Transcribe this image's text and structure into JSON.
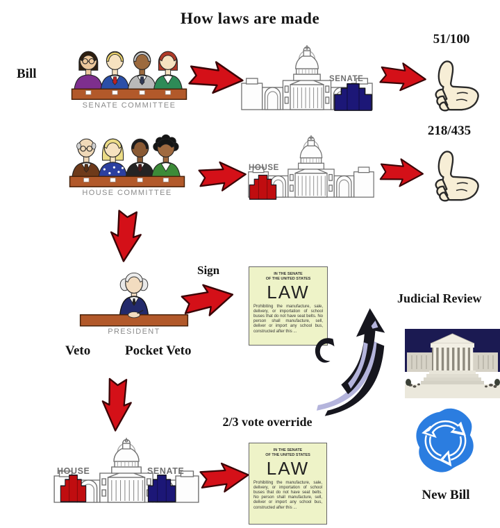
{
  "title": "How laws are made",
  "colors": {
    "arrow_red": "#d41018",
    "arrow_outline": "#3a0406",
    "desk_brown": "#b2592a",
    "law_paper": "#eef3c8",
    "senate_navy": "#1c1777",
    "house_red": "#c00d10",
    "recycle_blue": "#2b7de0",
    "label_gray": "#8a8a8a",
    "swoosh_lavender": "#b4b4dc",
    "sky_navy": "#1b1a52"
  },
  "icons": {
    "approval_icon": "thumbs-up",
    "flow_arrow_icon": "red-block-arrow",
    "congress_icon": "us-capitol-building",
    "new_bill_icon": "blue-recycle-arrows",
    "judicial_review_icon": "curved-swoosh-arrows",
    "supreme_court_icon": "supreme-court-building-photo"
  },
  "senate_track": {
    "bill_label": "Bill",
    "committee_caption": "SENATE COMMITTEE",
    "chamber_label": "SENATE",
    "vote_tally": "51/100"
  },
  "house_track": {
    "committee_caption": "HOUSE COMMITTEE",
    "chamber_label": "HOUSE",
    "vote_tally": "218/435"
  },
  "president_section": {
    "caption": "PRESIDENT",
    "sign_label": "Sign",
    "veto_label": "Veto",
    "pocket_veto_label": "Pocket Veto"
  },
  "law_document": {
    "header": "IN THE SENATE\nOF THE UNITED STATES",
    "title": "LAW",
    "body": "Prohibiting the manufacture, sale, delivery, or importation of school buses that do not have seat belts. No person shall manufacture, sell, deliver or import any school bus, constructed after this ..."
  },
  "override_section": {
    "label": "2/3 vote override",
    "house_label": "HOUSE",
    "senate_label": "SENATE"
  },
  "judicial_review": {
    "label": "Judicial Review"
  },
  "new_bill": {
    "label": "New Bill"
  }
}
